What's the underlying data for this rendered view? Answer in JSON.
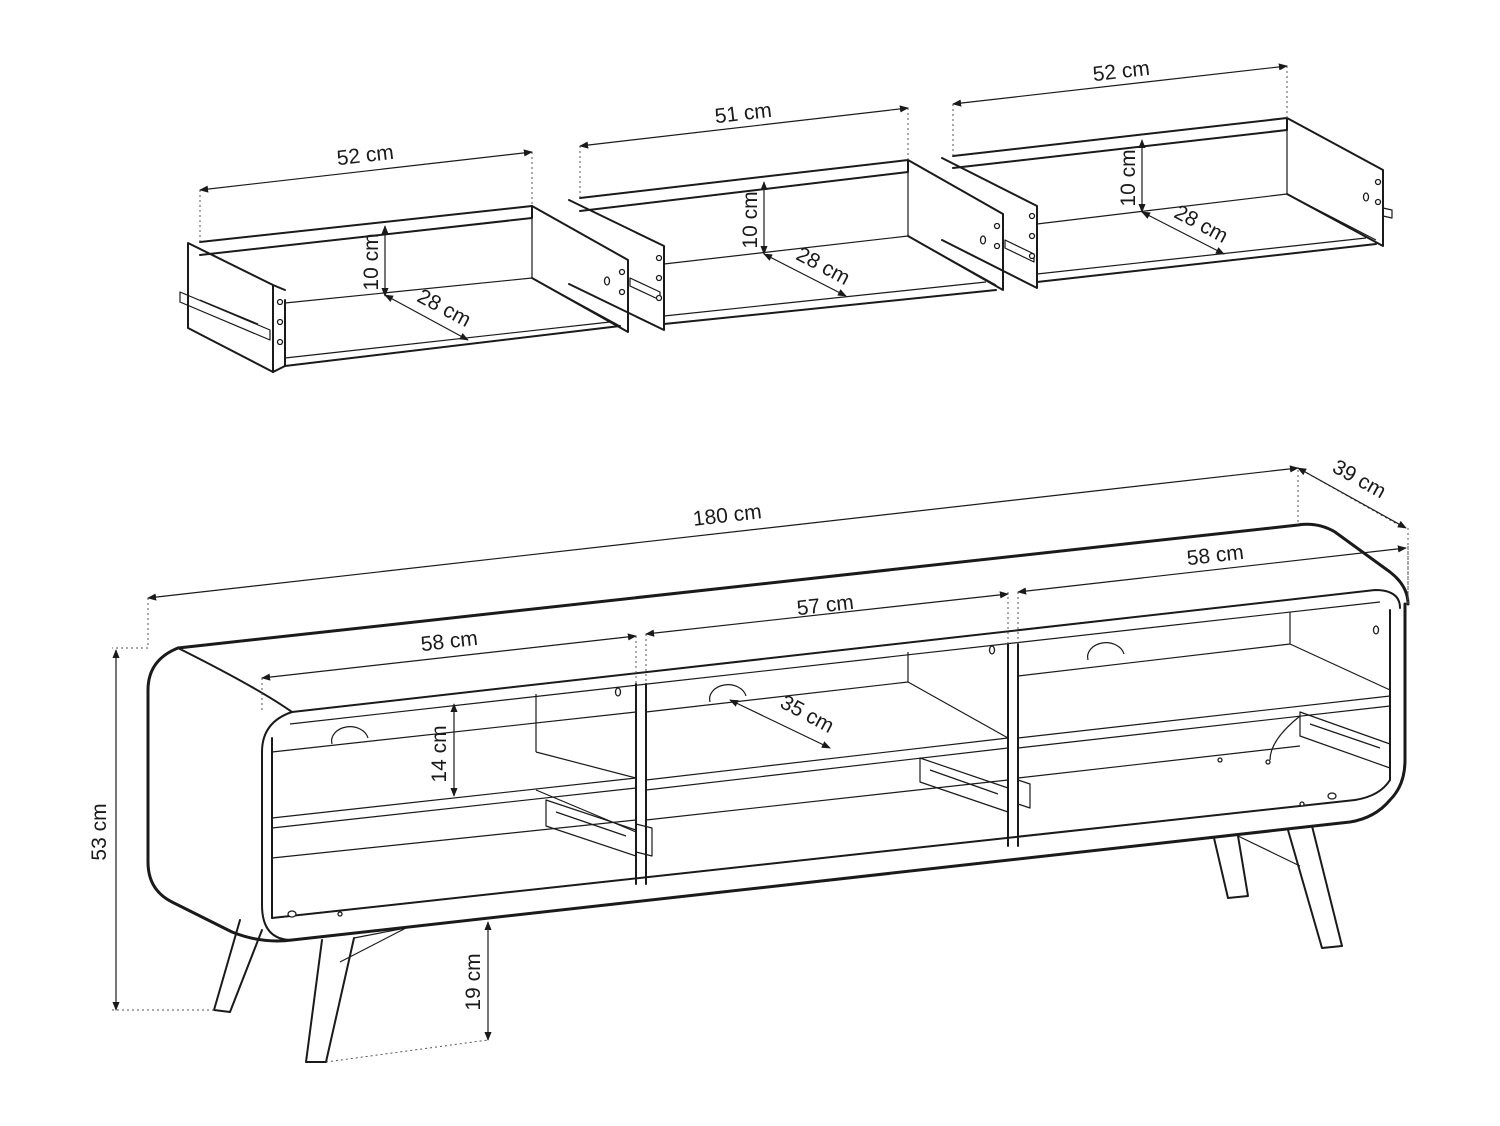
{
  "colors": {
    "line": "#1a1a1a",
    "background": "#ffffff"
  },
  "drawer_left": {
    "width": "52 cm",
    "height": "10 cm",
    "depth": "28 cm"
  },
  "drawer_middle": {
    "width": "51 cm",
    "height": "10 cm",
    "depth": "28 cm"
  },
  "drawer_right": {
    "width": "52 cm",
    "height": "10 cm",
    "depth": "28 cm"
  },
  "cabinet": {
    "total_width": "180 cm",
    "depth": "39 cm",
    "height": "53 cm",
    "leg_height": "19 cm",
    "left_compartment": "58 cm",
    "middle_compartment": "57 cm",
    "right_compartment": "58 cm",
    "shelf_height": "14 cm",
    "inner_depth": "35 cm"
  }
}
